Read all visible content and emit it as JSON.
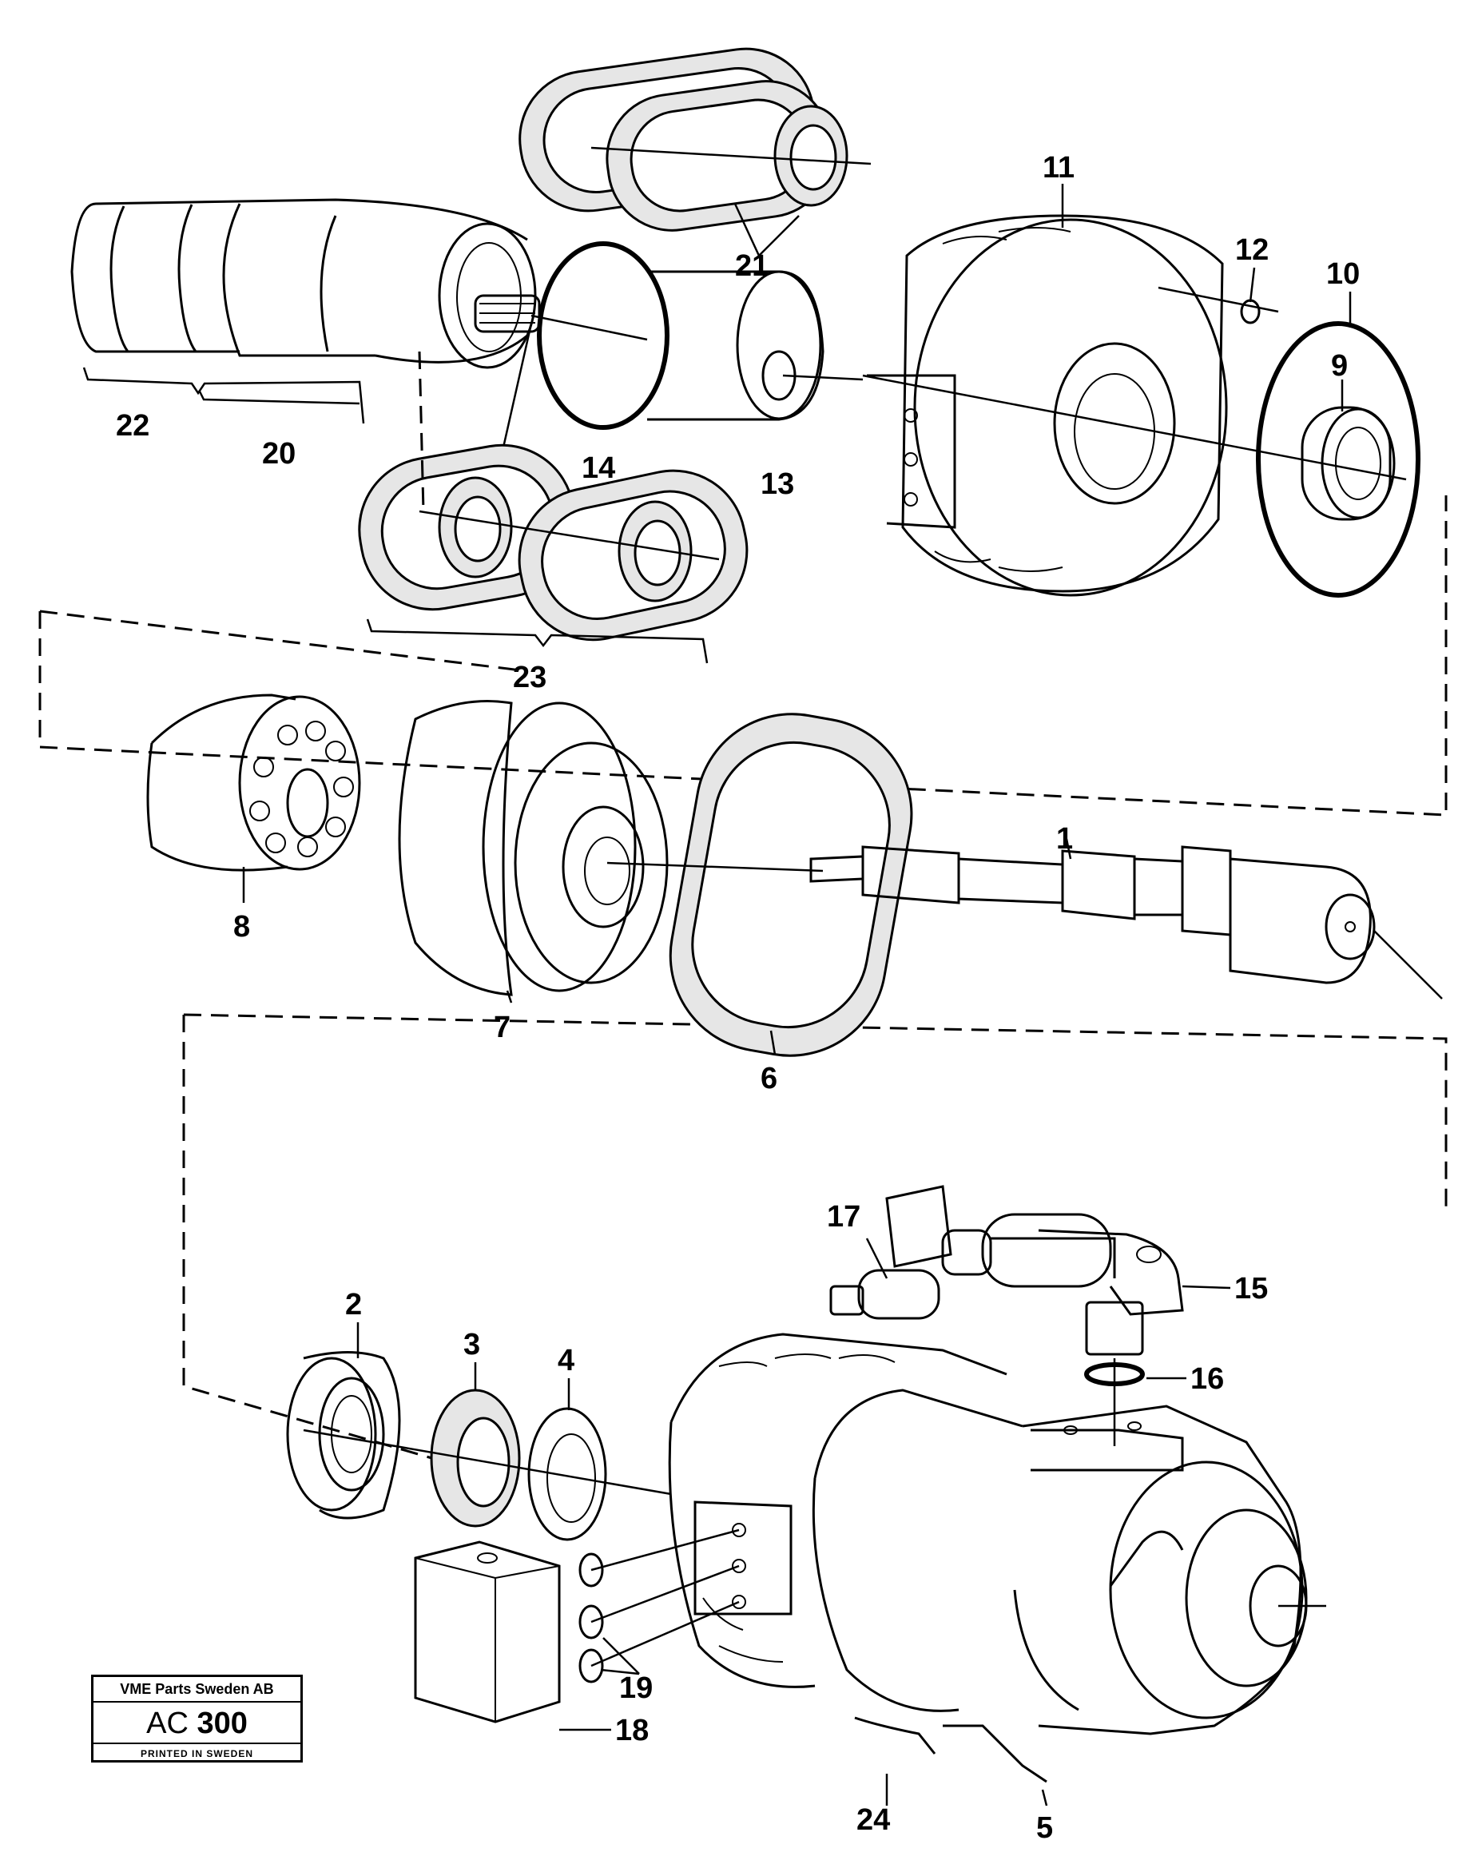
{
  "callouts": [
    "1",
    "2",
    "3",
    "4",
    "5",
    "6",
    "7",
    "8",
    "9",
    "10",
    "11",
    "12",
    "13",
    "14",
    "15",
    "16",
    "17",
    "18",
    "19",
    "20",
    "21",
    "22",
    "23",
    "24"
  ],
  "stamp": {
    "company": "VME Parts Sweden AB",
    "code_prefix": "AC",
    "code_number": "300",
    "printed": "PRINTED IN SWEDEN"
  }
}
